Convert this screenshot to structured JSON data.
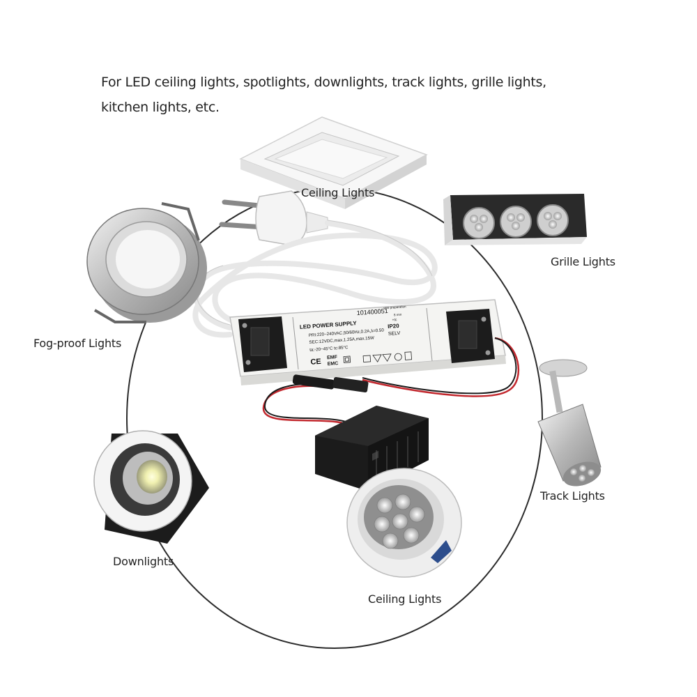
{
  "intro": {
    "line1": "For LED ceiling lights, spotlights, downlights, track lights, grille lights,",
    "line2": "kitchen lights, etc."
  },
  "labels": {
    "ceiling_top": "Ceiling Lights",
    "grille": "Grille Lights",
    "fog_proof": "Fog-proof Lights",
    "track": "Track Lights",
    "downlights": "Downlights",
    "ceiling_bottom": "Ceiling Lights"
  },
  "power_supply": {
    "model": "101400051",
    "title": "LED POWER SUPPLY",
    "pri": "PRI:220~240VAC,50/60Hz,0.2A,λ=0.50",
    "sec": "SEC:12VDC,max.1.25A,max.15W",
    "temps": "ta:-20~45°C  tc:85°C",
    "ip": "IP20",
    "selv": "SELV",
    "emf": "EMF",
    "emc": "EMC",
    "ce": "CE",
    "wire_prep": "wire preparation",
    "wire_len": "8 mm",
    "tc": "+tc"
  },
  "colors": {
    "background": "#ffffff",
    "circle": "#2b2b2b",
    "psu_body": "#f4f4f2",
    "cable": "#e9e9e9",
    "connector": "#1c1c1c",
    "red_wire": "#c2272d"
  }
}
